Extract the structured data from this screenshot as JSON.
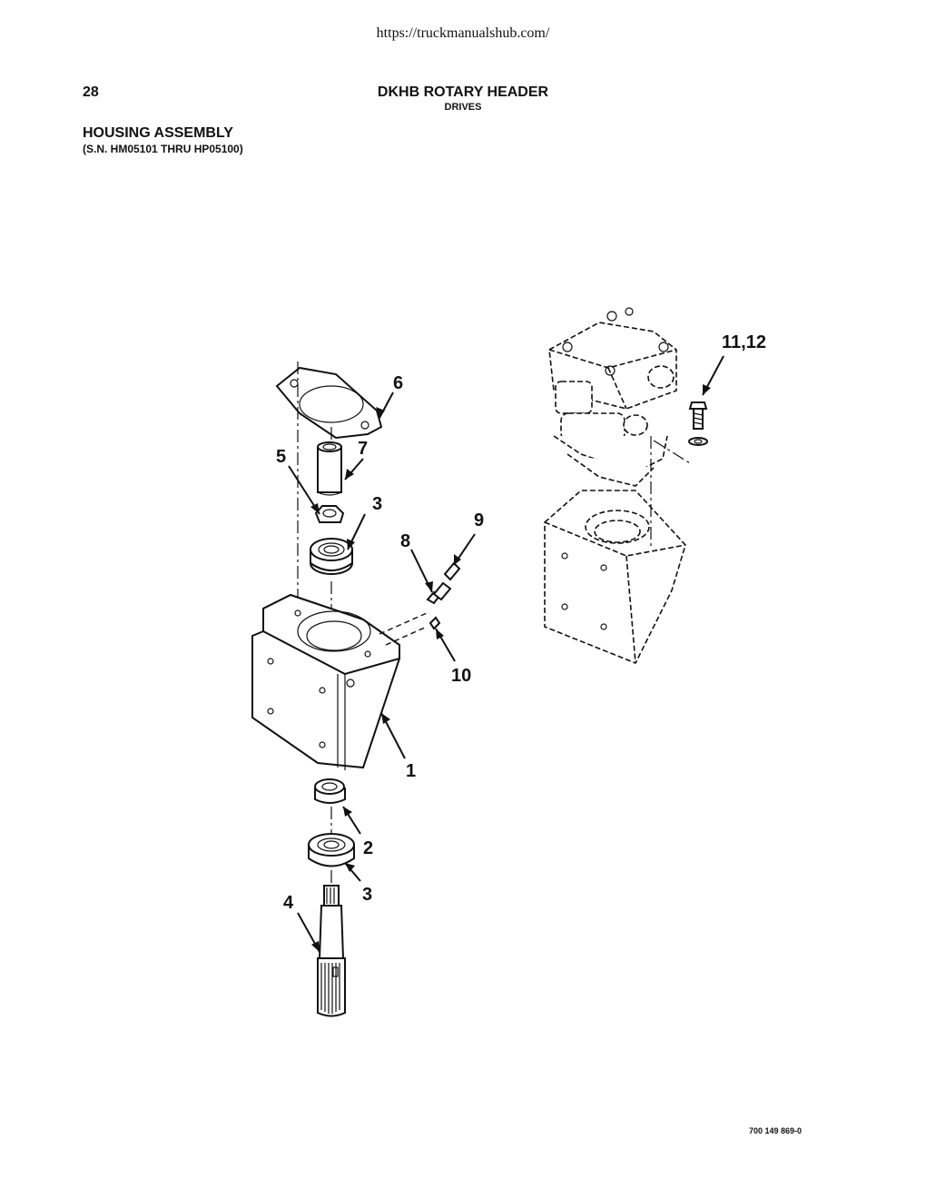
{
  "source_url": "https://truckmanualshub.com/",
  "page_number": "28",
  "header": {
    "title": "DKHB ROTARY HEADER",
    "subtitle": "DRIVES"
  },
  "section": {
    "title": "HOUSING ASSEMBLY",
    "serial_range": "(S.N. HM05101 THRU HP05100)"
  },
  "figure_number": "700 149 869-0",
  "callouts": {
    "c6": "6",
    "c7": "7",
    "c5": "5",
    "c3a": "3",
    "c9": "9",
    "c8": "8",
    "c10": "10",
    "c1": "1",
    "c2": "2",
    "c3b": "3",
    "c4": "4",
    "c1112": "11,12"
  }
}
